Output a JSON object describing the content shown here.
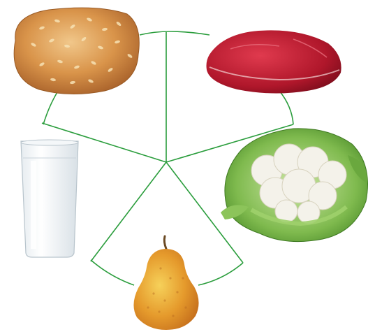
{
  "diagram": {
    "type": "food-wheel",
    "line_color": "#2a9d3c",
    "segments": 5,
    "items": [
      {
        "id": "bread",
        "icon": "bread-roll-icon"
      },
      {
        "id": "meat",
        "icon": "raw-beef-icon"
      },
      {
        "id": "vegetable",
        "icon": "cauliflower-icon"
      },
      {
        "id": "fruit",
        "icon": "pear-icon"
      },
      {
        "id": "dairy",
        "icon": "glass-of-milk-icon"
      }
    ]
  }
}
